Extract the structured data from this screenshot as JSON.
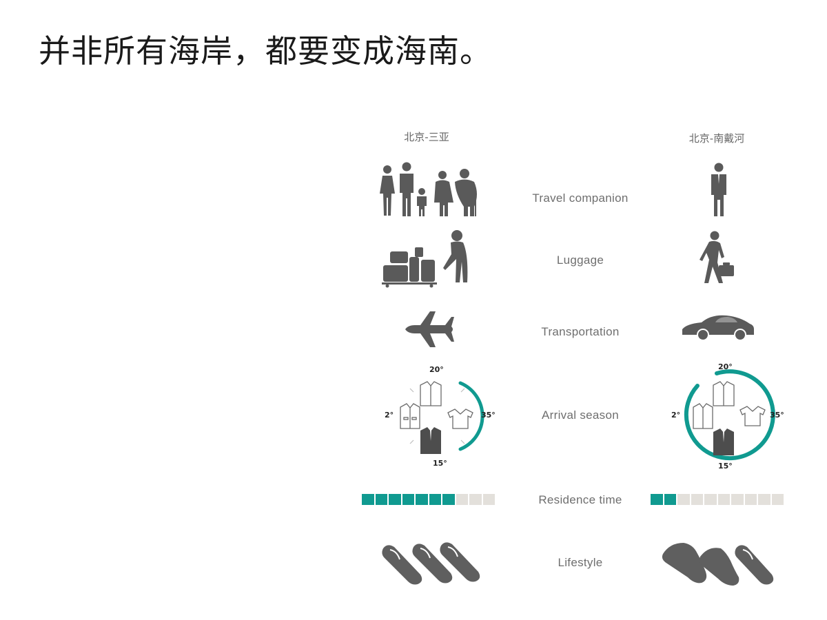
{
  "title": "并非所有海岸，都要变成海南。",
  "columns": {
    "left": "北京-三亚",
    "right": "北京-南戴河"
  },
  "rows": [
    {
      "label": "Travel companion"
    },
    {
      "label": "Luggage"
    },
    {
      "label": "Transportation"
    },
    {
      "label": "Arrival season"
    },
    {
      "label": "Residence time"
    },
    {
      "label": "Lifestyle"
    }
  ],
  "arrival_season": {
    "temps": {
      "top": "20°",
      "left": "2°",
      "right": "35°",
      "bottom": "15°"
    },
    "arc_color": "#109a90"
  },
  "residence_time": {
    "total_segments": 10,
    "left_filled": 7,
    "right_filled": 2,
    "filled_color": "#109a90",
    "empty_color": "#e3e0db"
  },
  "icons": {
    "left": {
      "companion": "family-group-icon",
      "luggage": "luggage-cart-icon",
      "transport": "airplane-icon",
      "season": "four-season-clothing-dial-icon",
      "lifestyle": "flip-flops-icon"
    },
    "right": {
      "companion": "businessman-icon",
      "luggage": "walking-briefcase-icon",
      "transport": "car-icon",
      "season": "four-season-clothing-dial-icon",
      "lifestyle": "shoes-icon"
    }
  }
}
